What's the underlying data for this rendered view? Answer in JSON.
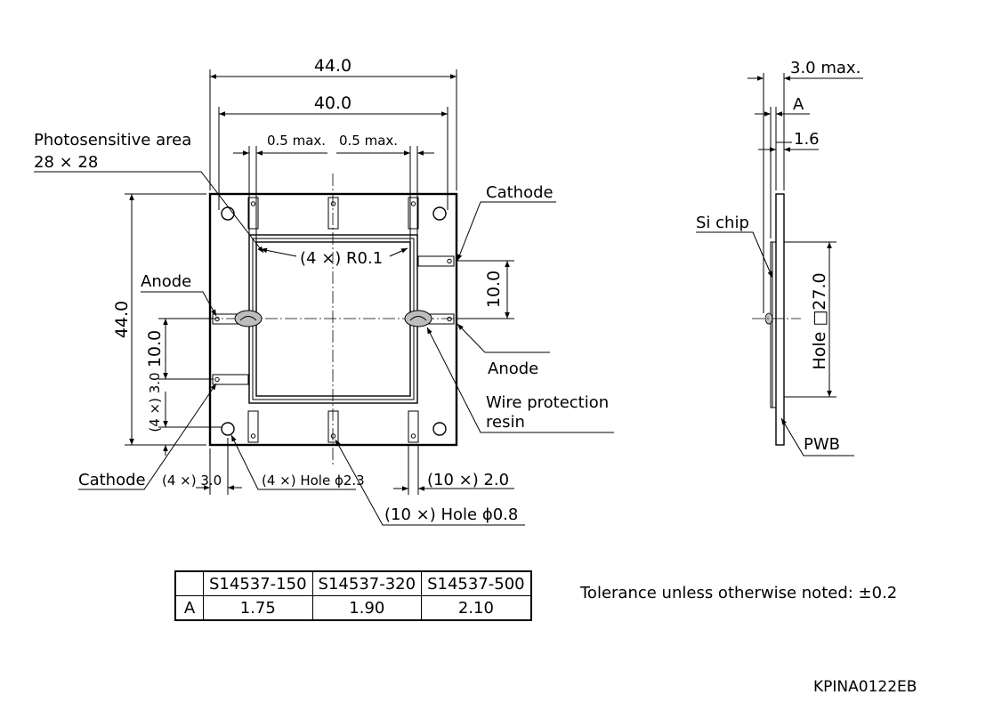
{
  "front_view": {
    "width_outer": "44.0",
    "width_inner": "40.0",
    "height": "44.0",
    "max_gap_left": "0.5 max.",
    "max_gap_right": "0.5 max.",
    "photosensitive_label": "Photosensitive area",
    "photosensitive_size": "28 × 28",
    "corner_radius": "(4 ×) R0.1",
    "cathode_top": "Cathode",
    "anode_left": "Anode",
    "anode_right": "Anode",
    "wire_protection_line1": "Wire protection",
    "wire_protection_line2": "resin",
    "cathode_bottom": "Cathode",
    "dim_10_right": "10.0",
    "dim_10_left": "10.0",
    "dim_3_vertical": "(4 ×) 3.0",
    "dim_3_horizontal": "(4 ×) 3.0",
    "hole_23": "(4 ×) Hole ϕ2.3",
    "pitch_20": "(10 ×) 2.0",
    "hole_08": "(10 ×) Hole ϕ0.8"
  },
  "side_view": {
    "thickness_max": "3.0 max.",
    "dim_a": "A",
    "dim_16": "1.6",
    "si_chip": "Si chip",
    "hole_27": "Hole □27.0",
    "pwb": "PWB"
  },
  "table": {
    "headers": [
      "",
      "S14537-150",
      "S14537-320",
      "S14537-500"
    ],
    "row_a": [
      "A",
      "1.75",
      "1.90",
      "2.10"
    ]
  },
  "tolerance_note": "Tolerance unless otherwise noted: ±0.2",
  "drawing_code": "KPINA0122EB"
}
